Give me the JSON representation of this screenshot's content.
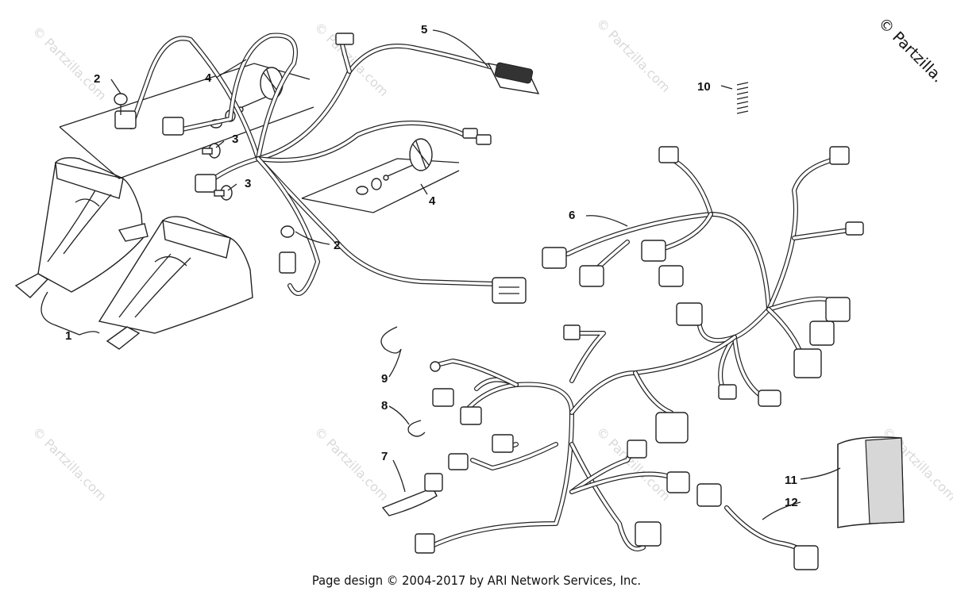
{
  "brand": {
    "text": "© Partzilla."
  },
  "watermark": {
    "text": "© Partzilla.com"
  },
  "footer": {
    "text": "Page design © 2004-2017 by ARI Network Services, Inc."
  },
  "callouts": {
    "c1": "1",
    "c2a": "2",
    "c2b": "2",
    "c3a": "3",
    "c3b": "3",
    "c4a": "4",
    "c4b": "4",
    "c5": "5",
    "c6": "6",
    "c7": "7",
    "c8": "8",
    "c9": "9",
    "c10": "10",
    "c11": "11",
    "c12": "12"
  }
}
